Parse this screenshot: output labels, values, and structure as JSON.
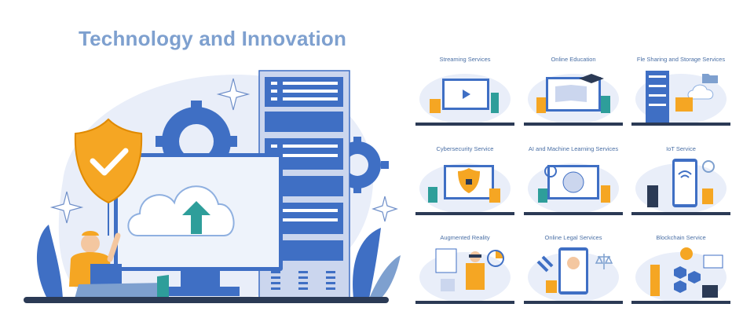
{
  "title": "Technology and Innovation",
  "cards": [
    {
      "label": "Streaming Services"
    },
    {
      "label": "Online Education"
    },
    {
      "label": "Fle Sharing and Storage Services"
    },
    {
      "label": "Cybersecurity Service"
    },
    {
      "label": "AI and Machine Learning Services"
    },
    {
      "label": "IoT Service"
    },
    {
      "label": "Augmented Reality"
    },
    {
      "label": "Online Legal Services"
    },
    {
      "label": "Blockchain Service"
    }
  ],
  "colors": {
    "primary_blue": "#3f6fc4",
    "light_blue": "#e6ecf8",
    "orange": "#f5a623",
    "teal": "#2e9e9a",
    "title": "#7ea0cf"
  }
}
